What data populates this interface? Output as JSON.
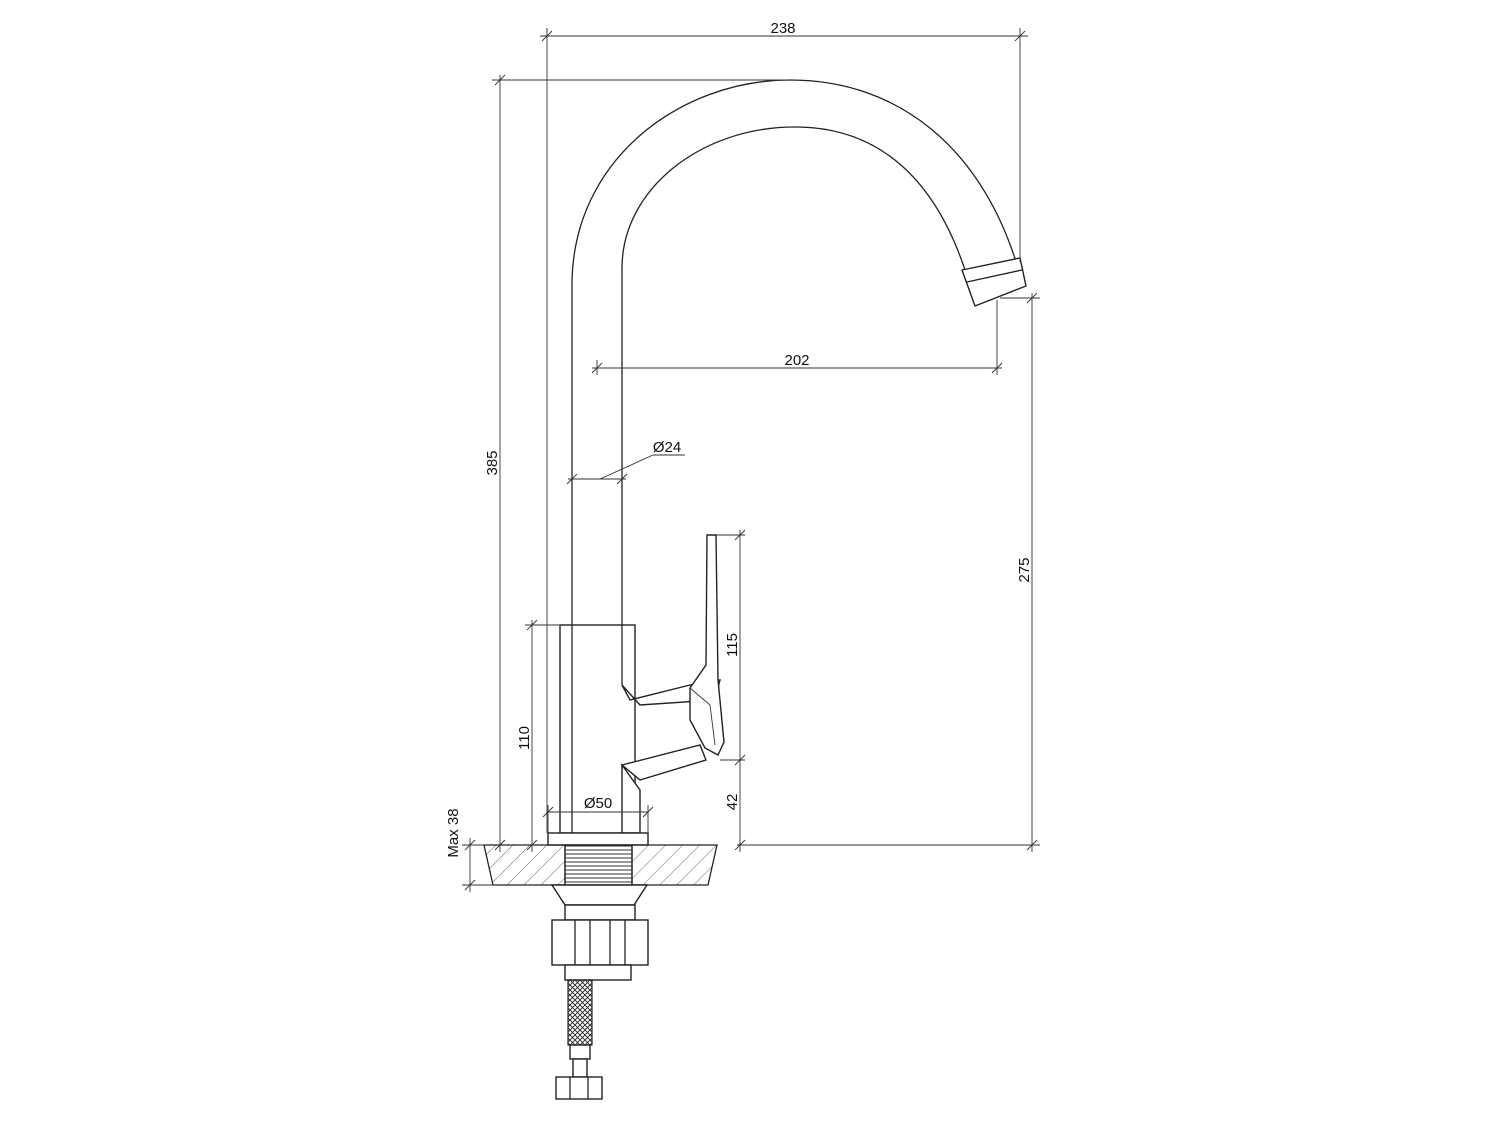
{
  "dimensions": {
    "total_reach": "238",
    "spout_reach": "202",
    "total_height": "385",
    "spout_height": "275",
    "pipe_diameter": "Ø24",
    "base_diameter": "Ø50",
    "body_height": "110",
    "handle_height": "115",
    "handle_offset": "42",
    "counter_thickness": "Max 38"
  }
}
